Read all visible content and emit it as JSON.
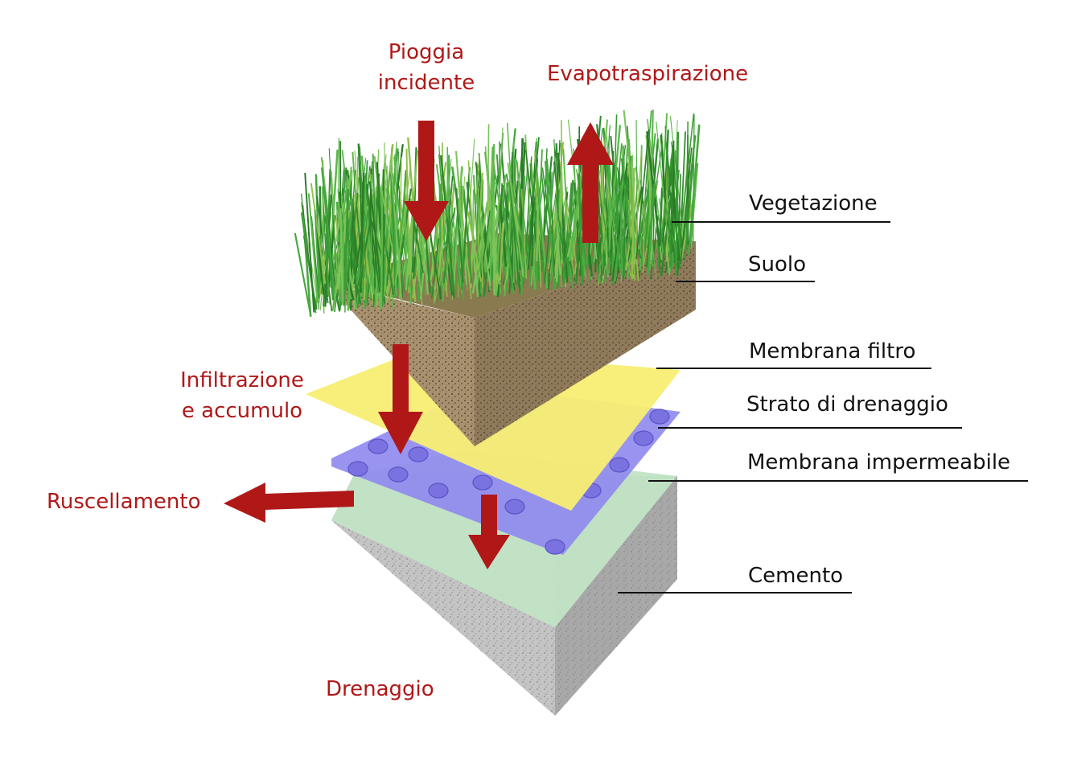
{
  "flows": {
    "rain": {
      "line1": "Pioggia",
      "line2": "incidente"
    },
    "evapotranspiration": "Evapotraspirazione",
    "infiltration": {
      "line1": "Infiltrazione",
      "line2": "e accumulo"
    },
    "runoff": "Ruscellamento",
    "drainage": "Drenaggio"
  },
  "layers": {
    "vegetation": "Vegetazione",
    "soil": "Suolo",
    "filter_membrane": "Membrana filtro",
    "drainage_layer": "Strato di drenaggio",
    "waterproof_membrane": "Membrana impermeabile",
    "concrete": "Cemento"
  },
  "colors": {
    "arrow": "#b01818",
    "flow_text": "#b01818",
    "grass": "#3e9a3a",
    "soil": "#a89070",
    "filter": "#f6ec6e",
    "drainage_layer": "#8c86ee",
    "waterproof": "#bfe2c4",
    "concrete": "#bdbdbd"
  }
}
